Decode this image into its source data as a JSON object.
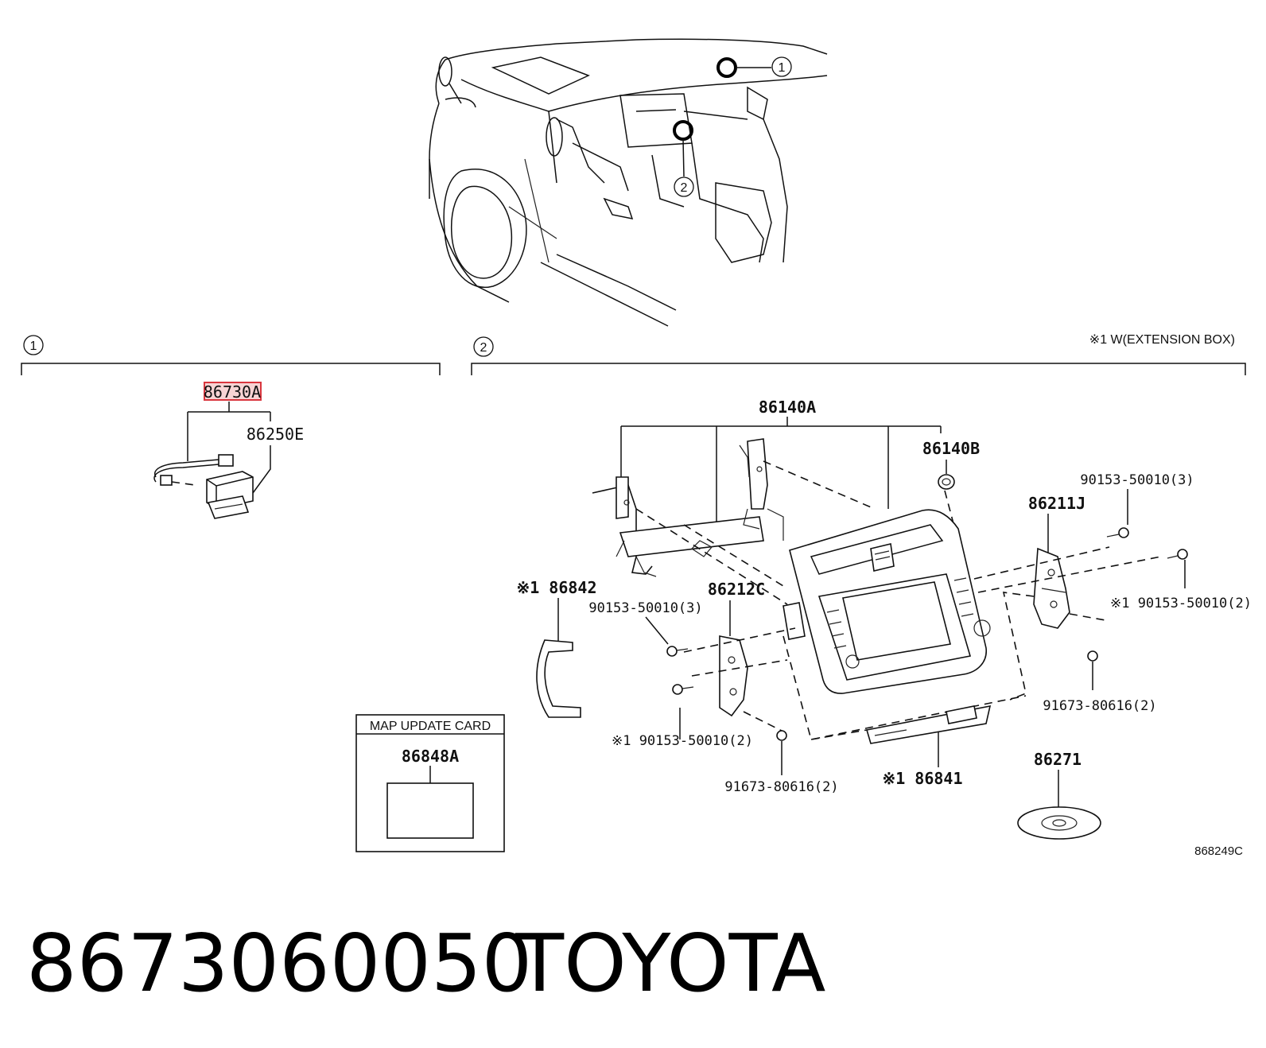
{
  "callouts": {
    "one": "1",
    "two": "2"
  },
  "sections": {
    "one": {
      "marker": "1"
    },
    "two": {
      "marker": "2",
      "note": "※1 W(EXTENSION BOX)"
    }
  },
  "labels": {
    "p86730A": "86730A",
    "p86250E": "86250E",
    "p86140A": "86140A",
    "p86140B": "86140B",
    "p86211J": "86211J",
    "p86212C": "86212C",
    "p86842": "※1 86842",
    "p86841": "※1 86841",
    "p86271": "86271",
    "bolt_a": "90153-50010(3)",
    "bolt_b": "90153-50010(3)",
    "bolt_c": "※1 90153-50010(2)",
    "bolt_d": "※1 90153-50010(2)",
    "screw_a": "91673-80616(2)",
    "screw_b": "91673-80616(2)"
  },
  "map_card": {
    "title": "MAP UPDATE CARD",
    "part": "86848A"
  },
  "diagram_code": "868249C",
  "footer": {
    "part_number": "8673060050",
    "brand": "TOYOTA"
  },
  "colors": {
    "highlight": "#d9363e",
    "highlight_fill": "#f7d4d4",
    "ink": "#111111"
  }
}
